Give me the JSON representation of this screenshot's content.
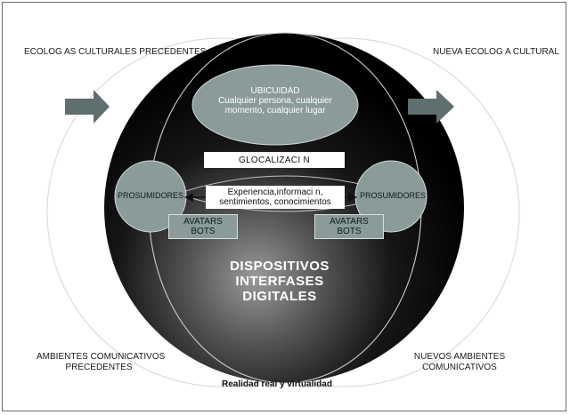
{
  "labels": {
    "top_left": "ECOLOG AS CULTURALES PRECEDENTES",
    "top_right": "NUEVA ECOLOG A CULTURAL",
    "bottom_left_1": "AMBIENTES COMUNICATIVOS",
    "bottom_left_2": "PRECEDENTES",
    "bottom_right_1": "NUEVOS AMBIENTES",
    "bottom_right_2": "COMUNICATIVOS",
    "bottom_center": "Realidad real y virtualidad"
  },
  "ubicuidad": {
    "title": "UBICUIDAD",
    "line1": "Cualquier persona, cualquier",
    "line2": "momento, cualquier lugar"
  },
  "glocalizacion": "GLOCALIZACI  N",
  "experiencia": {
    "line1": "Experiencia,informaci  n,",
    "line2": "sentimientos, conocimientos"
  },
  "prosumidores_left": "PROSUMIDORES",
  "prosumidores_right": "PROSUMIDORES",
  "avatars_left": {
    "line1": "AVATARS",
    "line2": "BOTS"
  },
  "avatars_right": {
    "line1": "AVATARS",
    "line2": "BOTS"
  },
  "center": {
    "line1": "DISPOSITIVOS",
    "line2": "INTERFASES",
    "line3": "DIGITALES"
  },
  "colors": {
    "sphere_dark": "#000000",
    "sphere_light": "#8a8a8a",
    "teal_gray": "#8a9b9a",
    "arrow": "#5f6e6e",
    "ring": "#d9d9d9"
  },
  "icons": {
    "left_arrow": "right-arrow-icon",
    "right_arrow": "right-arrow-icon"
  }
}
